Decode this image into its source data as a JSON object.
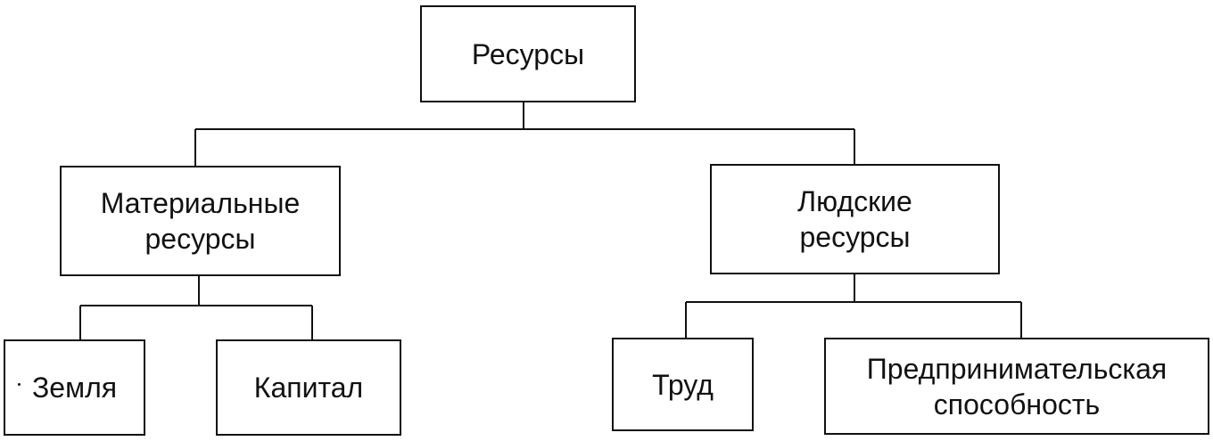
{
  "diagram": {
    "root": {
      "label": "Ресурсы"
    },
    "material": {
      "label": "Материальные\nресурсы"
    },
    "human": {
      "label": "Людские\nресурсы"
    },
    "land": {
      "label": "Земля"
    },
    "capital": {
      "label": "Капитал"
    },
    "labour": {
      "label": "Труд"
    },
    "entrepreneurship": {
      "label": "Предпринимательская\nспособность"
    }
  },
  "colors": {
    "line": "#111111",
    "background": "#ffffff"
  }
}
